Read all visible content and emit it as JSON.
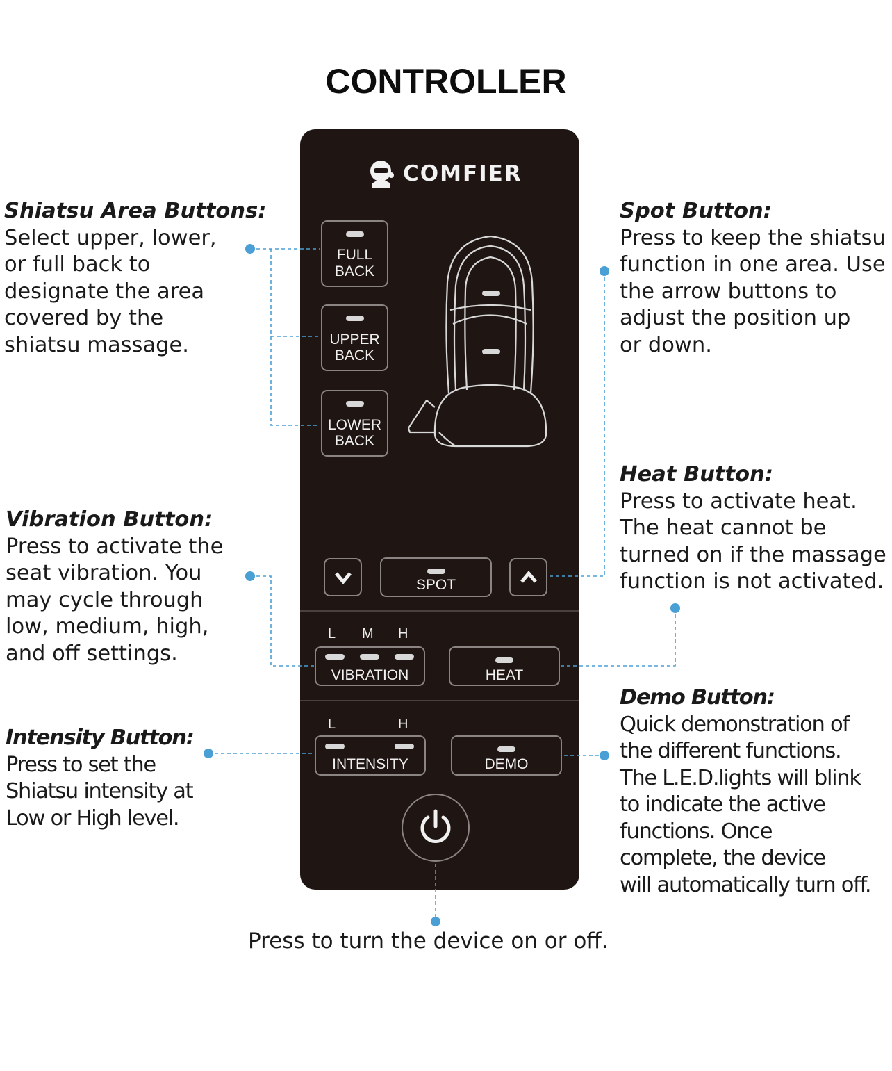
{
  "title": "CONTROLLER",
  "brand": "COMFIER",
  "panel": {
    "buttons": {
      "full_back": {
        "line1": "FULL",
        "line2": "BACK"
      },
      "upper_back": {
        "line1": "UPPER",
        "line2": "BACK"
      },
      "lower_back": {
        "line1": "LOWER",
        "line2": "BACK"
      },
      "spot": "SPOT",
      "down_arrow": "V",
      "up_arrow": "Λ",
      "vibration": "VIBRATION",
      "heat": "HEAT",
      "intensity": "INTENSITY",
      "demo": "DEMO"
    },
    "vibration_levels": {
      "l": "L",
      "m": "M",
      "h": "H"
    },
    "intensity_levels": {
      "l": "L",
      "h": "H"
    }
  },
  "callouts": {
    "shiatsu": {
      "head": "Shiatsu Area Buttons:",
      "body": "Select upper, lower,\nor full back to\ndesignate the area\ncovered by the\nshiatsu massage."
    },
    "vibration": {
      "head": "Vibration Button:",
      "body": "Press to activate the\nseat vibration. You\nmay cycle through\nlow, medium, high,\nand off settings."
    },
    "intensity": {
      "head": "Intensity Button:",
      "body": "Press to set the\nShiatsu intensity at\nLow or High level."
    },
    "spot": {
      "head": "Spot Button:",
      "body": "Press to keep the shiatsu\nfunction in one area. Use\nthe arrow buttons to\nadjust the position up\nor down."
    },
    "heat": {
      "head": "Heat Button:",
      "body": "Press to activate heat.\nThe heat cannot be\nturned on if the massage\nfunction is not activated."
    },
    "demo": {
      "head": "Demo Button:",
      "body": "Quick demonstration of\nthe different functions.\nThe L.E.D.lights will blink\nto indicate the active\nfunctions. Once\ncomplete, the device\nwill automatically turn off."
    }
  },
  "power_caption": "Press to turn the device on or off.",
  "colors": {
    "panel": "#1f1614",
    "leader": "#4a9fd5",
    "led": "#d8d8d8"
  }
}
